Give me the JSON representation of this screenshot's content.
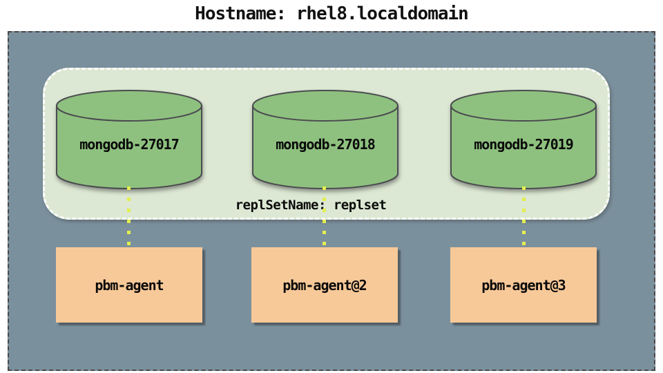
{
  "title": "Hostname: rhel8.localdomain",
  "replica_set": {
    "label": "replSetName: replset",
    "nodes": [
      "mongodb-27017",
      "mongodb-27018",
      "mongodb-27019"
    ]
  },
  "agents": [
    "pbm-agent",
    "pbm-agent@2",
    "pbm-agent@3"
  ],
  "colors": {
    "host_background": "#7b909d",
    "host_border": "#484848",
    "replica_set_background": "#dce8d3",
    "replica_set_border": "#ffffff",
    "database_fill": "#8ec17f",
    "database_stroke": "#4b4b50",
    "agent_fill": "#f8c998",
    "connector_dot": "#e4ee4e",
    "text": "#0a0a0a"
  }
}
